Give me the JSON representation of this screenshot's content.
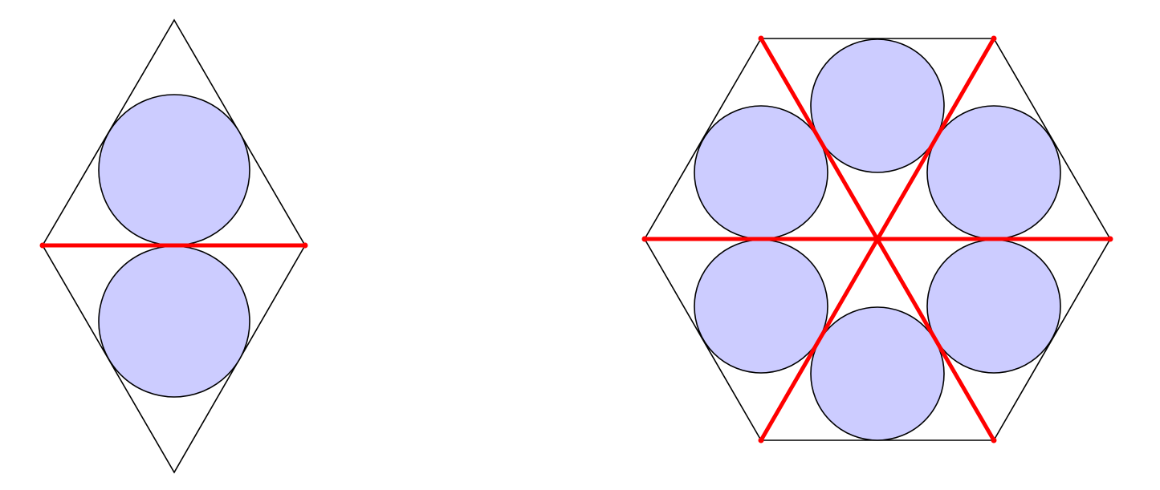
{
  "colors": {
    "circle_fill": "#ccccff",
    "outline": "#000000",
    "cut_line": "#ff0000",
    "background": "#ffffff"
  },
  "figures": [
    {
      "shape": "rhombus",
      "circle_count": 2,
      "cut_line_count": 1
    },
    {
      "shape": "hexagon",
      "circle_count": 6,
      "cut_line_count": 3
    }
  ]
}
